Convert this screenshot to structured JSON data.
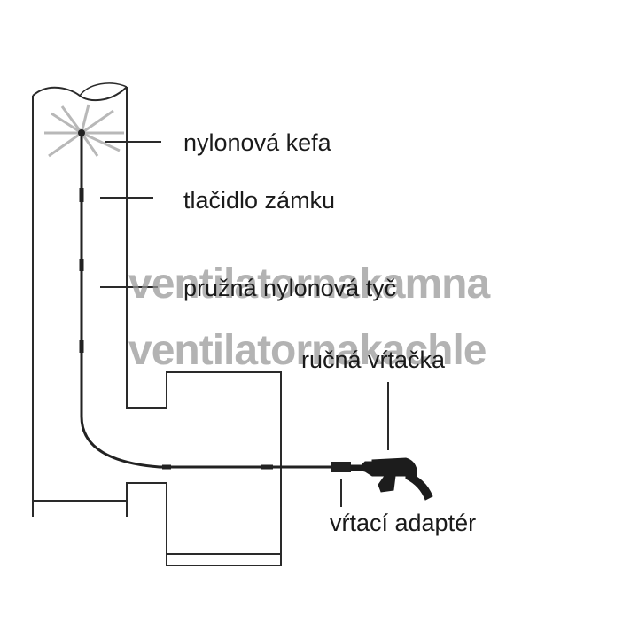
{
  "labels": {
    "nylon_brush": "nylonová kefa",
    "lock_button": "tlačidlo zámku",
    "flexible_rod": "pružná nylonová tyč",
    "hand_drill": "ručná vŕtačka",
    "drill_adapter": "vŕtací adaptér"
  },
  "watermark": {
    "line1": "ventilatornakamna",
    "line2": "ventilatornakachle"
  },
  "colors": {
    "line": "#222222",
    "watermark": "#969696"
  }
}
